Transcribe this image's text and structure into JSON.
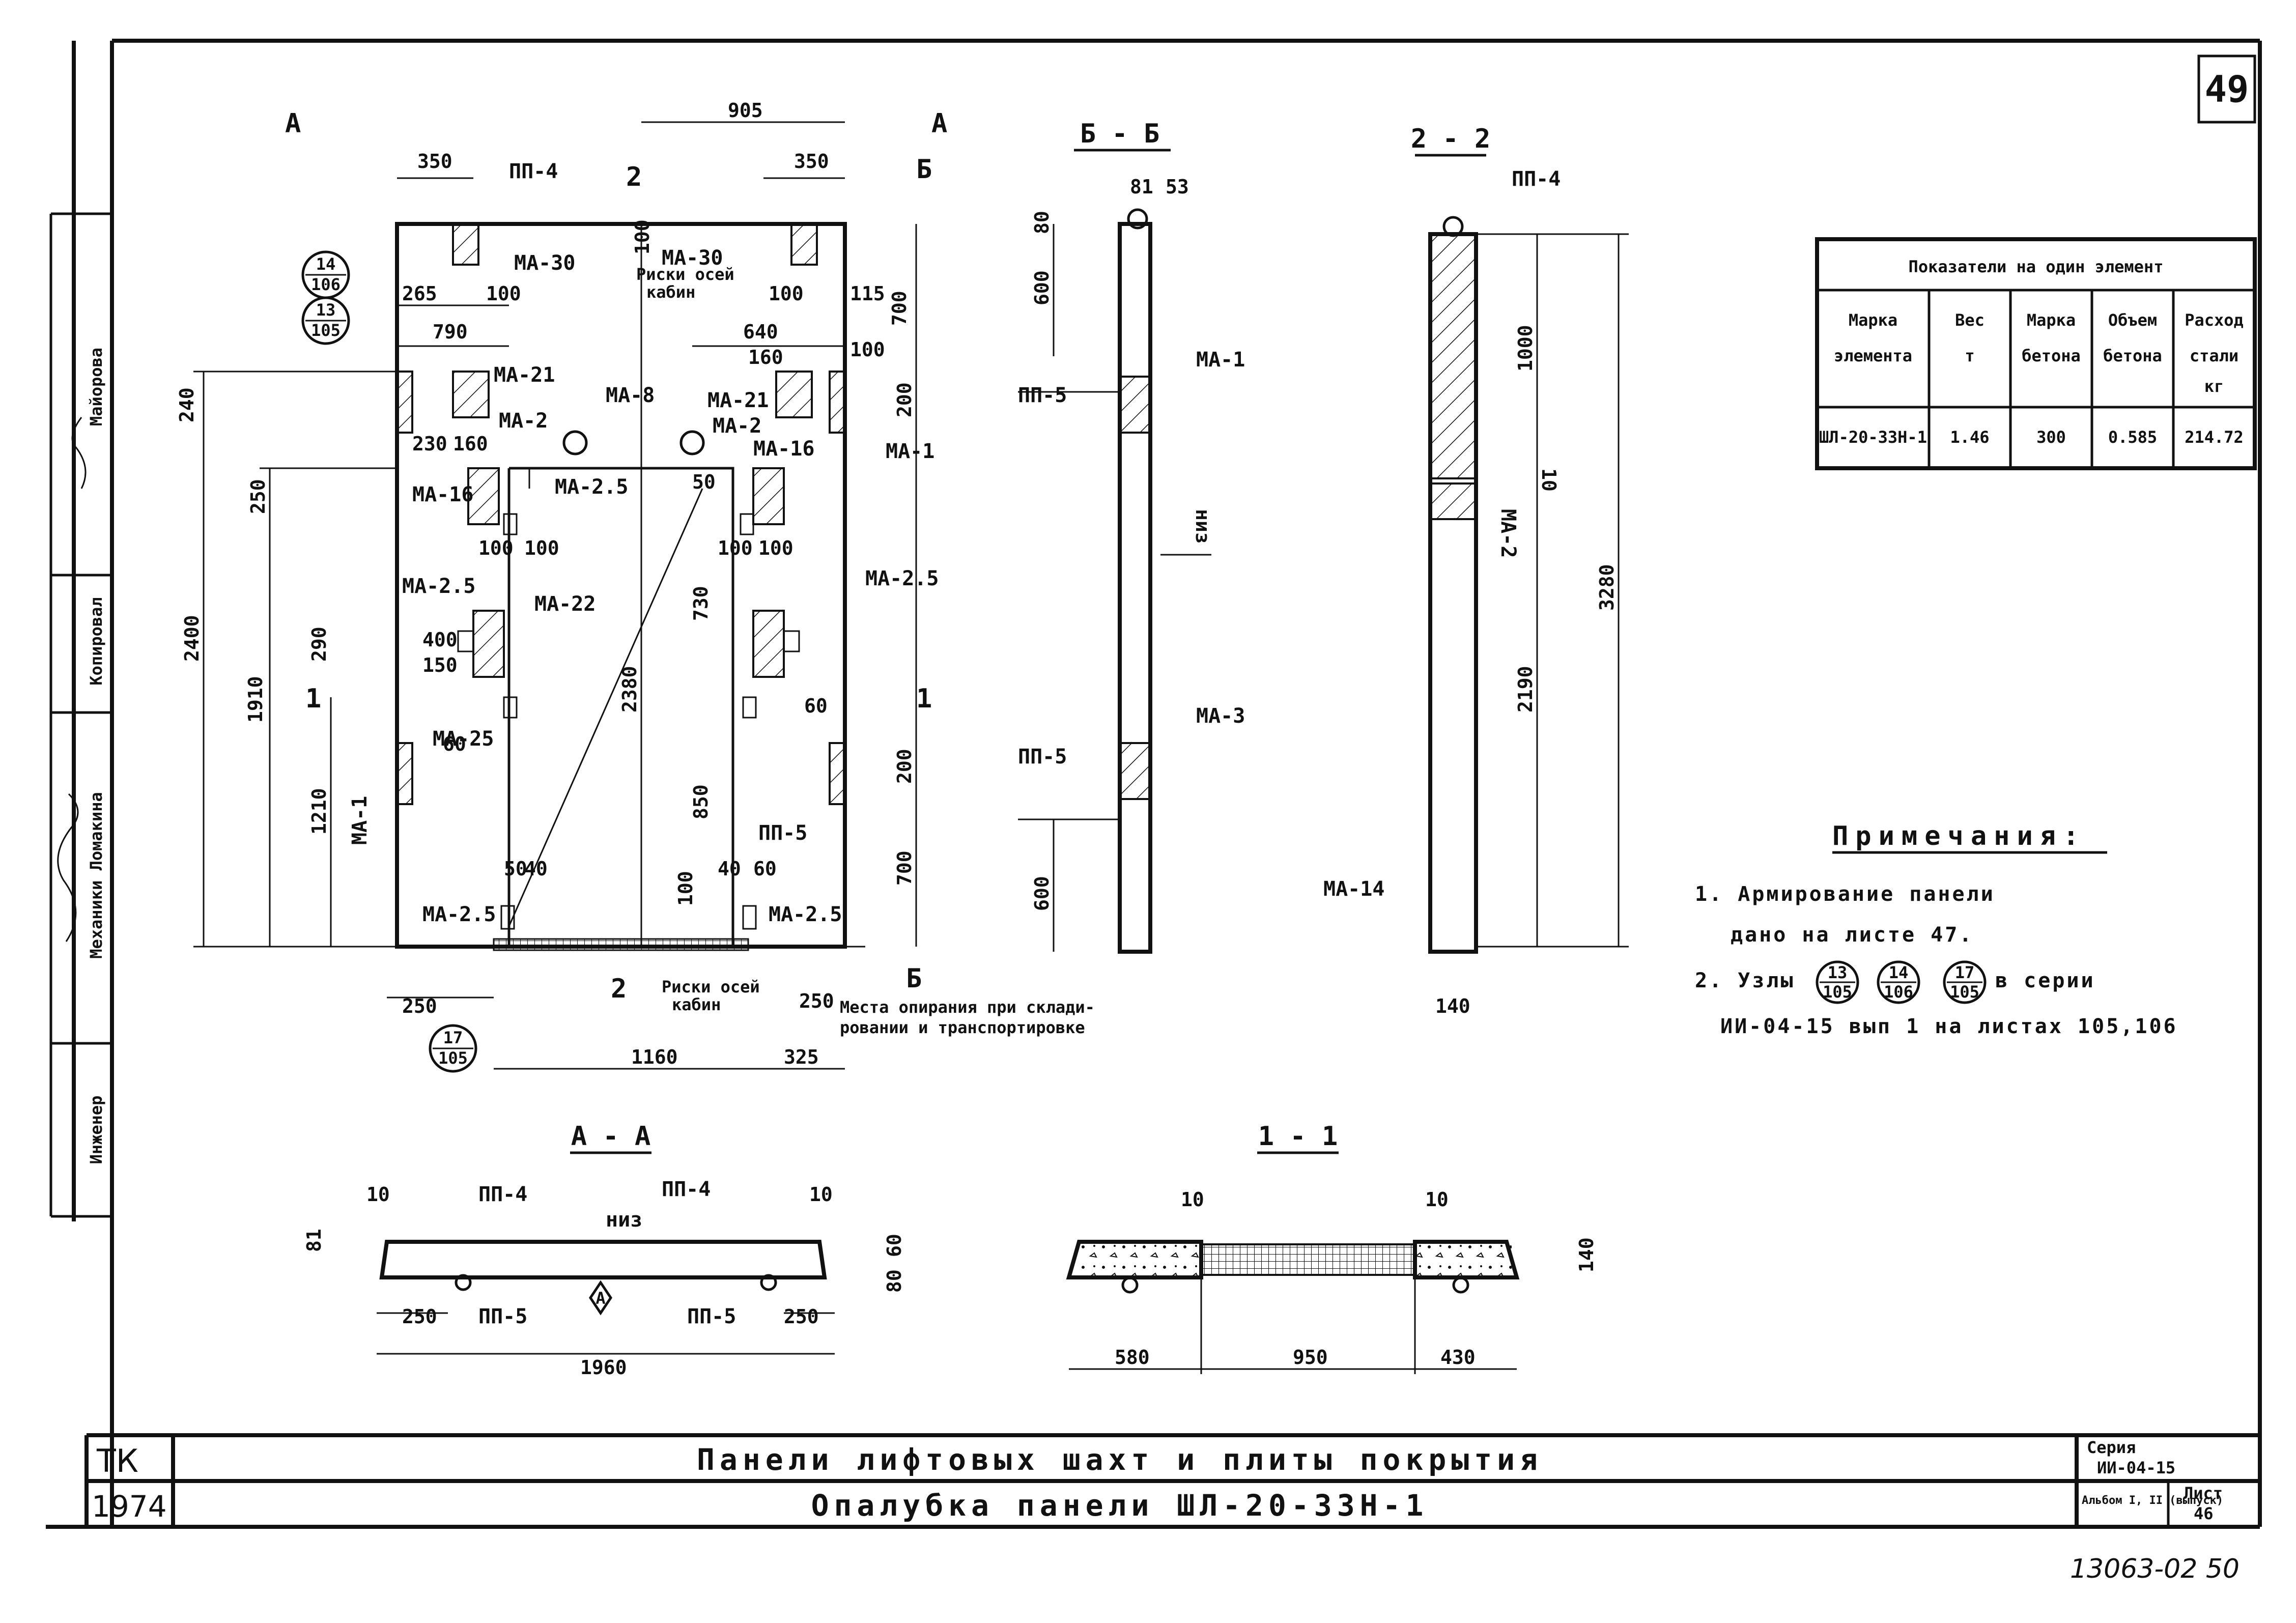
{
  "sheet_number": "49",
  "stamp": {
    "org": "ТК",
    "year": "1974",
    "title_main": "Панели лифтовых шахт и плиты покрытия",
    "title_sub": "Опалубка панели ШЛ-20-33Н-1",
    "series_label": "Серия",
    "series_value": "ИИ-04-15",
    "release_label": "Альбом I, II (выпуск)",
    "sheet_label": "Лист",
    "sheet_value": "46",
    "roles": [
      "Майорова",
      "Копировал",
      "Механики Ломакина",
      "Инженер"
    ]
  },
  "bottom_code": "13063-02 50",
  "table": {
    "title": "Показатели на один элемент",
    "headers": [
      [
        "Марка",
        "элемента"
      ],
      [
        "Вес",
        "т"
      ],
      [
        "Марка",
        "бетона"
      ],
      [
        "Объем",
        "бетона"
      ],
      [
        "Расход",
        "стали",
        "кг"
      ]
    ],
    "row": [
      "ШЛ-20-33Н-1",
      "1.46",
      "300",
      "0.585",
      "214.72"
    ]
  },
  "notes": {
    "title": "Примечания:",
    "items": [
      "1. Армирование панели",
      "дано на листе 47.",
      "2. Узлы",
      "в серии",
      "ИИ-04-15 вып 1 на листах 105,106"
    ],
    "node_refs": [
      {
        "top": "13",
        "bottom": "105"
      },
      {
        "top": "14",
        "bottom": "106"
      },
      {
        "top": "17",
        "bottom": "105"
      }
    ]
  },
  "sections": {
    "bb": "Б - Б",
    "s22": "2 - 2",
    "aa": "А - А",
    "s11": "1 - 1"
  },
  "plan": {
    "cut_a": "А",
    "cut_b": "Б",
    "cut_2": "2",
    "cut_1": "1",
    "dims": {
      "d905": "905",
      "d350a": "350",
      "d350b": "350",
      "d265": "265",
      "d100a": "100",
      "d790": "790",
      "d640": "640",
      "d100b": "100",
      "d115": "115",
      "d700a": "700",
      "d240": "240",
      "d200a": "200",
      "d230": "230",
      "d160a": "160",
      "d160b": "160",
      "d100c": "100",
      "d250a": "250",
      "d2400": "2400",
      "d1910": "1910",
      "d1210": "1210",
      "d290": "290",
      "d2380": "2380",
      "d730": "730",
      "d850": "850",
      "d200b": "200",
      "d700b": "700",
      "d250b": "250",
      "d1160": "1160",
      "d325": "325",
      "d250c": "250",
      "d60a": "60",
      "d60b": "60",
      "d50a": "50",
      "d40a": "40",
      "d40b": "40",
      "d60c": "60",
      "d100d": "100",
      "d100e": "100",
      "d150": "150",
      "d400": "400",
      "d100f": "100",
      "d100g": "100",
      "d100h": "100",
      "d50b": "50",
      "d100i": "100"
    },
    "marks": {
      "pp4": "ПП-4",
      "ma30a": "МА-30",
      "ma30b": "МА-30",
      "ma21a": "МА-21",
      "ma21b": "МА-21",
      "ma8": "МА-8",
      "ma2a": "МА-2",
      "ma2b": "МА-2",
      "ma16a": "МА-16",
      "ma16b": "МА-16",
      "ma1a": "МА-1",
      "ma1b": "МА-1",
      "ma25a": "МА-2.5",
      "ma25b": "МА-2.5",
      "ma25c": "МА-2.5",
      "ma25d": "МА-25",
      "ma25e": "МА-2.5",
      "ma25f": "МА-2.5",
      "ma22": "МА-22",
      "pp5": "ПП-5"
    },
    "risk_top": [
      "Риски осей",
      "кабин"
    ],
    "risk_bottom": [
      "Риски осей",
      "кабин"
    ],
    "support": [
      "Места опирания при склади-",
      "ровании и транспортировке"
    ],
    "nodes": [
      {
        "top": "14",
        "bottom": "106"
      },
      {
        "top": "13",
        "bottom": "105"
      },
      {
        "top": "17",
        "bottom": "105"
      }
    ]
  },
  "bb_view": {
    "d81": "81",
    "d53": "53",
    "d80": "80",
    "d600a": "600",
    "d600b": "600",
    "pp5a": "ПП-5",
    "pp5b": "ПП-5",
    "ma1": "МА-1",
    "ma3": "МА-3",
    "niz": "низ"
  },
  "view22": {
    "pp4": "ПП-4",
    "d1000": "1000",
    "d3280": "3280",
    "d10": "10",
    "d2190": "2190",
    "ma2": "МА-2",
    "ma14": "МА-14",
    "d140": "140"
  },
  "aa_view": {
    "d10a": "10",
    "d10b": "10",
    "pp4a": "ПП-4",
    "pp4b": "ПП-4",
    "niz": "низ",
    "d81": "81",
    "d60": "60",
    "d80": "80",
    "d250a": "250",
    "d250b": "250",
    "pp5a": "ПП-5",
    "pp5b": "ПП-5",
    "d1960": "1960",
    "mark": "A"
  },
  "s11_view": {
    "d10a": "10",
    "d10b": "10",
    "d140": "140",
    "d580": "580",
    "d950": "950",
    "d430": "430"
  }
}
